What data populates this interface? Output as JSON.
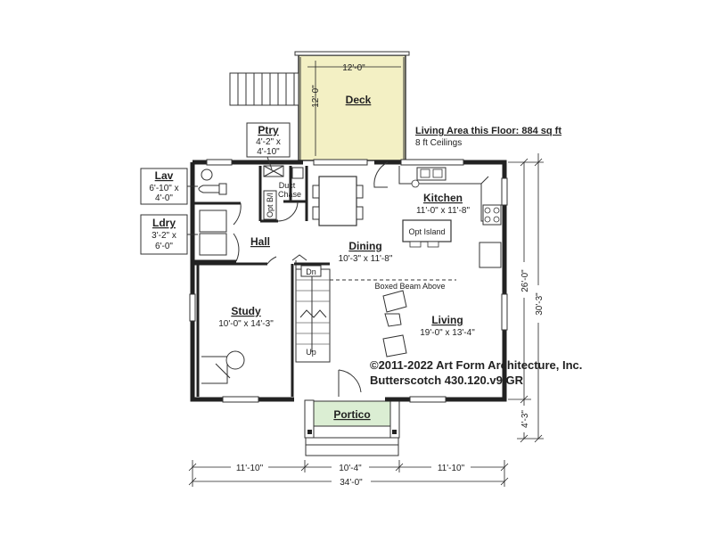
{
  "deck": {
    "name": "Deck",
    "width": "12'-0\"",
    "depth": "12'-0\""
  },
  "pantry": {
    "name": "Ptry",
    "dims_line1": "4'-2\" x",
    "dims_line2": "4'-10\""
  },
  "lav": {
    "name": "Lav",
    "dims_line1": "6'-10\" x",
    "dims_line2": "4'-0\""
  },
  "laundry": {
    "name": "Ldry",
    "dims_line1": "3'-2\" x",
    "dims_line2": "6'-0\""
  },
  "area": {
    "title": "Living Area this Floor: 884 sq ft",
    "ceilings": "8 ft Ceilings"
  },
  "kitchen": {
    "name": "Kitchen",
    "dims": "11'-0\" x 11'-8\"",
    "island": "Opt Island"
  },
  "dining": {
    "name": "Dining",
    "dims": "10'-3\" x 11'-8\""
  },
  "hall": {
    "name": "Hall"
  },
  "study": {
    "name": "Study",
    "dims": "10'-0\" x 14'-3\""
  },
  "living": {
    "name": "Living",
    "dims": "19'-0\" x 13'-4\""
  },
  "portico": {
    "name": "Portico"
  },
  "labels": {
    "duct": "Duct",
    "chase": "Chase",
    "opt_bi": "Opt B/I",
    "dn": "Dn",
    "up": "Up",
    "boxed_beam": "Boxed Beam Above"
  },
  "dimensions": {
    "bottom_left": "11'-10\"",
    "bottom_mid": "10'-4\"",
    "bottom_right": "11'-10\"",
    "overall_width": "34'-0\"",
    "right_main": "26'-0\"",
    "right_overall": "30'-3\"",
    "right_porch": "4'-3\""
  },
  "copyright": {
    "line1": "©2011-2022 Art Form Architecture, Inc.",
    "line2": "Butterscotch 430.120.v9 GR"
  },
  "colors": {
    "deck_fill": "#f3f0c4",
    "portico_fill": "#dbeed3",
    "wall": "#222222"
  }
}
